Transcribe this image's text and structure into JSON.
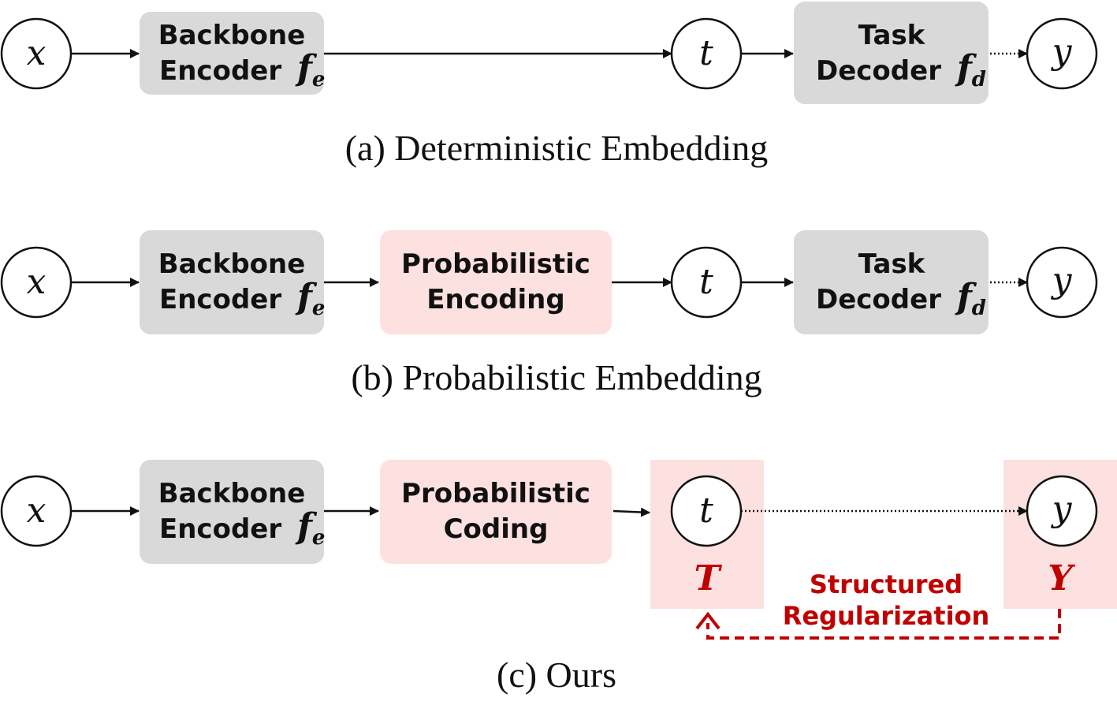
{
  "row_a": {
    "input": "x",
    "backbone": {
      "line1": "Backbone",
      "line2": "Encoder",
      "symbol": "f",
      "sub": "e"
    },
    "embedding": "t",
    "decoder": {
      "line1": "Task",
      "line2": "Decoder",
      "symbol": "f",
      "sub": "d"
    },
    "output": "y",
    "caption": "(a) Deterministic Embedding"
  },
  "row_b": {
    "input": "x",
    "backbone": {
      "line1": "Backbone",
      "line2": "Encoder",
      "symbol": "f",
      "sub": "e"
    },
    "prob": {
      "line1": "Probabilistic",
      "line2": "Encoding"
    },
    "embedding": "t",
    "decoder": {
      "line1": "Task",
      "line2": "Decoder",
      "symbol": "f",
      "sub": "d"
    },
    "output": "y",
    "caption": "(b) Probabilistic Embedding"
  },
  "row_c": {
    "input": "x",
    "backbone": {
      "line1": "Backbone",
      "line2": "Encoder",
      "symbol": "f",
      "sub": "e"
    },
    "prob": {
      "line1": "Probabilistic",
      "line2": "Coding"
    },
    "embedding": "t",
    "embedding_var": "T",
    "output": "y",
    "output_var": "Y",
    "regularization": {
      "line1": "Structured",
      "line2": "Regularization"
    },
    "caption": "(c) Ours"
  },
  "colors": {
    "gray_block": "#d9d9d9",
    "pink_block": "#fde0e0",
    "red": "#c00000"
  }
}
